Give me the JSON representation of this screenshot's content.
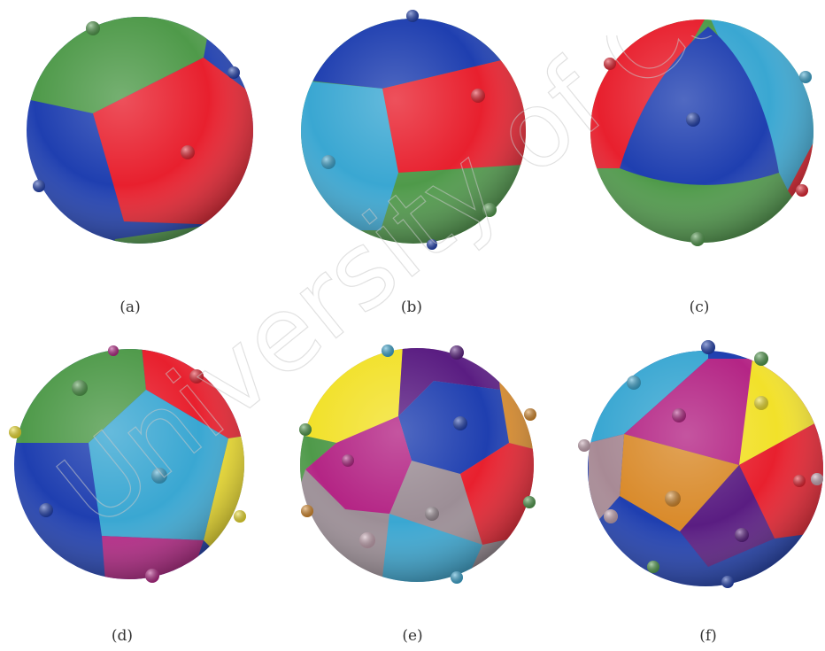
{
  "figure": {
    "captions": [
      "(a)",
      "(b)",
      "(c)",
      "(d)",
      "(e)",
      "(f)"
    ],
    "watermark": "University of Cape Town",
    "colors": {
      "red": "#e8202e",
      "green": "#4f9a4a",
      "blue": "#1f3fb0",
      "cyan": "#3aa7d2",
      "yellow": "#f2e12a",
      "magenta": "#b42585",
      "purple": "#5a1d82",
      "orange": "#d98a2a",
      "pink": "#c9a7b5"
    },
    "spheres": [
      {
        "label": "(a)",
        "segments": 4,
        "region_colors": [
          "green",
          "red",
          "blue",
          "blue"
        ]
      },
      {
        "label": "(b)",
        "segments": 4,
        "region_colors": [
          "blue",
          "red",
          "cyan",
          "green"
        ]
      },
      {
        "label": "(c)",
        "segments": 4,
        "region_colors": [
          "blue",
          "cyan",
          "red",
          "green"
        ]
      },
      {
        "label": "(d)",
        "segments": 6,
        "region_colors": [
          "cyan",
          "green",
          "red",
          "yellow",
          "magenta",
          "blue"
        ]
      },
      {
        "label": "(e)",
        "segments": 9,
        "region_colors": [
          "blue",
          "purple",
          "orange",
          "red",
          "pink",
          "magenta",
          "yellow",
          "cyan",
          "green"
        ]
      },
      {
        "label": "(f)",
        "segments": 9,
        "region_colors": [
          "magenta",
          "cyan",
          "green",
          "yellow",
          "red",
          "purple",
          "orange",
          "blue",
          "pink"
        ]
      }
    ]
  }
}
